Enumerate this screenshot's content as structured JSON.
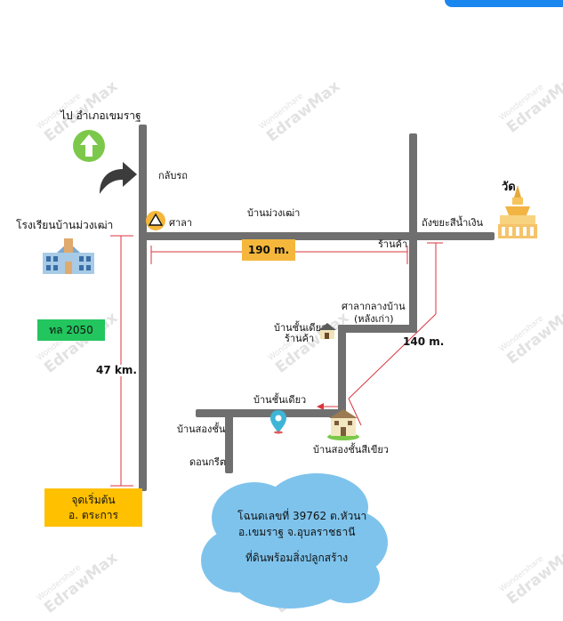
{
  "map": {
    "labels": {
      "to_district": "ไป อำเภอเขมราฐ",
      "turn_back": "กลับรถ",
      "sala": "ศาลา",
      "muang_tao_village": "บ้านม่วงเฒ่า",
      "temple": "วัด",
      "silver_tank": "ถังขยะสีน้ำเงิน",
      "shop_top": "ร้านค้า",
      "school": "โรงเรียนบ้านม่วงเฒ่า",
      "village_hall": "ศาลากลางบ้าน",
      "village_hall_note": "(หลังเก่า)",
      "single_storey_house_shop": "บ้านชั้นเดียว",
      "shop_mid": "ร้านค้า",
      "single_storey_house": "บ้านชั้นเดียว",
      "two_storey_house": "บ้านสองชั้น",
      "concrete_floor": "ดอนกรีต",
      "green_two_storey_house": "บ้านสองชั้นสีเขียว"
    },
    "distances": {
      "horizontal": "190 m.",
      "diagonal": "140 m.",
      "vertical": "47 km."
    },
    "highway": "ทล 2050",
    "start": {
      "line1": "จุดเริ่มต้น",
      "line2": "อ. ตระการ"
    },
    "land": {
      "line1": "โฉนดเลขที่ 39762  ต.หัวนา",
      "line2": "อ.เขมราฐ จ.อุบลราชธานี",
      "line3": "ที่ดินพร้อมสิ่งปลูกสร้าง"
    },
    "colors": {
      "road": "#6f6f6f",
      "measure_line": "#d9363e",
      "distance_box": "#f5b73b",
      "highway_box": "#22c55e",
      "start_box": "#ffc000",
      "cloud": "#7ec3ec",
      "arrow_circle": "#7cc84a"
    },
    "watermark": {
      "brand": "EdrawMax",
      "maker": "Wondershare"
    }
  }
}
